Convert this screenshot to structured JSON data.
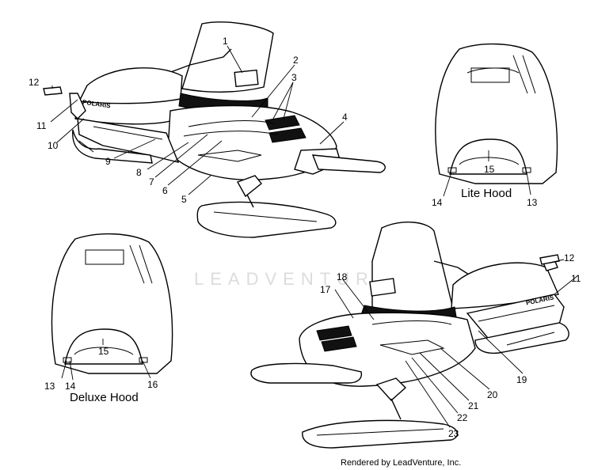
{
  "diagram": {
    "callouts": [
      {
        "id": "c1",
        "text": "1"
      },
      {
        "id": "c2",
        "text": "2"
      },
      {
        "id": "c3",
        "text": "3"
      },
      {
        "id": "c4",
        "text": "4"
      },
      {
        "id": "c5",
        "text": "5"
      },
      {
        "id": "c6",
        "text": "6"
      },
      {
        "id": "c7",
        "text": "7"
      },
      {
        "id": "c8",
        "text": "8"
      },
      {
        "id": "c9",
        "text": "9"
      },
      {
        "id": "c10",
        "text": "10"
      },
      {
        "id": "c11",
        "text": "11"
      },
      {
        "id": "c12",
        "text": "12"
      },
      {
        "id": "c13a",
        "text": "13"
      },
      {
        "id": "c14a",
        "text": "14"
      },
      {
        "id": "c15a",
        "text": "15"
      },
      {
        "id": "c13b",
        "text": "13"
      },
      {
        "id": "c14b",
        "text": "14"
      },
      {
        "id": "c15b",
        "text": "15"
      },
      {
        "id": "c16",
        "text": "16"
      },
      {
        "id": "c12b",
        "text": "12"
      },
      {
        "id": "c11b",
        "text": "11"
      },
      {
        "id": "c17",
        "text": "17"
      },
      {
        "id": "c18",
        "text": "18"
      },
      {
        "id": "c19",
        "text": "19"
      },
      {
        "id": "c20",
        "text": "20"
      },
      {
        "id": "c21",
        "text": "21"
      },
      {
        "id": "c22",
        "text": "22"
      },
      {
        "id": "c23",
        "text": "23"
      }
    ],
    "captions": {
      "lite_hood": "Lite Hood",
      "deluxe_hood": "Deluxe Hood"
    },
    "decal_text": {
      "polaris_top": "POLARIS",
      "polaris_bottom": "POLARIS"
    },
    "watermark": "LEADVENTURE",
    "credit": "Rendered by LeadVenture, Inc."
  }
}
